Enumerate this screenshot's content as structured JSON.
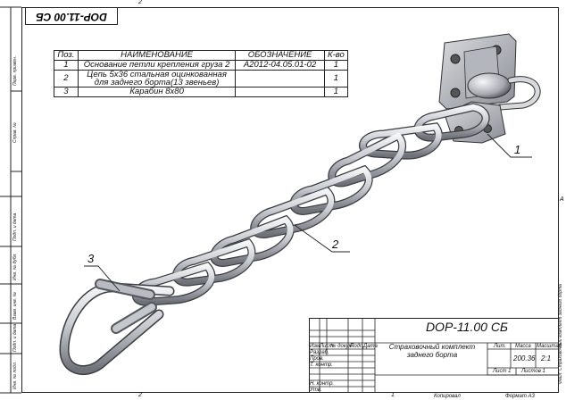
{
  "drawing_code_top": "DOP-11.00 СБ",
  "sheet_marks": {
    "top": "2",
    "bottom_left": "2",
    "bottom_mid": "1",
    "right_mid": "A"
  },
  "parts_table": {
    "headers": [
      "Поз.",
      "НАИМЕНОВАНИЕ",
      "ОБОЗНАЧЕНИЕ",
      "К-во"
    ],
    "rows": [
      {
        "pos": "1",
        "name": "Основание петли крепления груза 2",
        "code": "А2012-04.05.01-02",
        "qty": "1"
      },
      {
        "pos": "2",
        "name": "Цепь 5х36 стальная оцинкованная для заднего борта(13 звеньев)",
        "code": "",
        "qty": "1"
      },
      {
        "pos": "3",
        "name": "Карабин 8х80",
        "code": "",
        "qty": "1"
      }
    ]
  },
  "callouts": [
    "1",
    "2",
    "3"
  ],
  "left_strip": [
    "Перв. примен.",
    "Справ. №",
    "Подп. и дата",
    "Инв. № дубл.",
    "Взам. инв. №",
    "Подп. и дата",
    "Инв. № подл."
  ],
  "title_block": {
    "designation": "DOP-11.00 СБ",
    "product_name": "Страховочный комплект заднего борта",
    "headers": [
      "Изм.",
      "Лист",
      "№ докум.",
      "Подп.",
      "Дата"
    ],
    "roles": [
      "Разраб.",
      "Пров.",
      "Т. контр.",
      "",
      "Н. контр.",
      "Утв."
    ],
    "lit_label": "Лит.",
    "mass_label": "Масса",
    "scale_label": "Масштаб",
    "mass": "200.36",
    "scale": "2:1",
    "sheet": "Лист 1",
    "sheets": "Листов 1",
    "copied": "Копировал",
    "format": "Формат А3"
  },
  "right_strip": "Файл: Страховочный комплект заднего борта",
  "colors": {
    "steel_light": "#e4e6ea",
    "steel_dark": "#6e7178",
    "line": "#222222"
  }
}
